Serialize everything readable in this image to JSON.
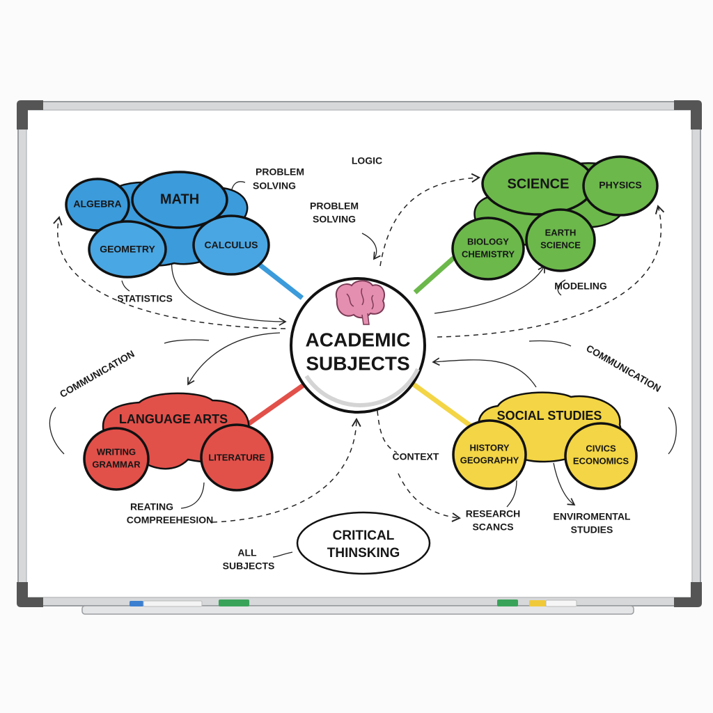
{
  "center": {
    "line1": "ACADEMIC",
    "line2": "SUBJECTS",
    "icon": "brain-icon"
  },
  "colors": {
    "math": "#3b9bdb",
    "science": "#6cb84b",
    "language_arts": "#e2504a",
    "social_studies": "#f3d545",
    "brain": "#e58fb0"
  },
  "math": {
    "title": "MATH",
    "algebra": "ALGEBRA",
    "geometry": "GEOMETRY",
    "calculus": "CALCULUS",
    "statistics": "STATISTICS",
    "problem_solving_1": "PROBLEM",
    "problem_solving_2": "SOLVING"
  },
  "science": {
    "title": "SCIENCE",
    "physics": "PHYSICS",
    "bio_1": "BIOLOGY",
    "bio_2": "CHEMISTRY",
    "earth_1": "EARTH",
    "earth_2": "SCIENCE",
    "modeling": "MODELING"
  },
  "language_arts": {
    "title": "LANGUAGE ARTS",
    "writing_1": "WRITING",
    "writing_2": "GRAMMAR",
    "literature": "LITERATURE",
    "reading_1": "REATING",
    "reading_2": "COMPREEHESION",
    "communication": "COMMUNICATION"
  },
  "social_studies": {
    "title": "SOCIAL STUDIES",
    "history_1": "HISTORY",
    "history_2": "GEOGRAPHY",
    "civics_1": "CIVICS",
    "civics_2": "ECONOMICS",
    "research_1": "RESEARCH",
    "research_2": "SCANCS",
    "env_1": "ENVIROMENTAL",
    "env_2": "STUDIES",
    "communication": "COMMUNICATION"
  },
  "links": {
    "logic": "LOGIC",
    "problem_1": "PROBLEM",
    "problem_2": "SOLVING",
    "context": "CONTEXT"
  },
  "critical": {
    "line1": "CRITICAL",
    "line2": "THINSKING",
    "all_1": "ALL",
    "all_2": "SUBJECTS"
  }
}
